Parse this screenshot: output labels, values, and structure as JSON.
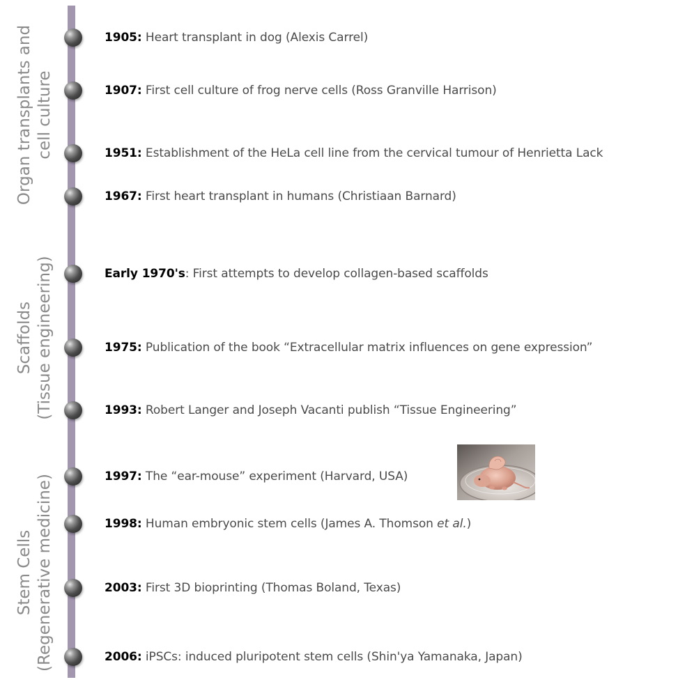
{
  "sections": [
    {
      "id": "organ",
      "lines": [
        "Organ transplants and",
        "cell culture"
      ]
    },
    {
      "id": "scaffolds",
      "lines": [
        "Scaffolds",
        "(Tissue engineering)"
      ]
    },
    {
      "id": "stem",
      "lines": [
        "Stem Cells",
        "(Regenerative medicine)"
      ]
    }
  ],
  "events": [
    {
      "date": "1905:",
      "text": " Heart transplant in dog (Alexis Carrel)"
    },
    {
      "date": "1907:",
      "text": " First cell culture of frog nerve cells (Ross Granville Harrison)"
    },
    {
      "date": "1951:",
      "text": " Establishment of the HeLa cell line from the cervical tumour of Henrietta Lack"
    },
    {
      "date": "1967:",
      "text": " First heart transplant in humans (Christiaan Barnard)"
    },
    {
      "date": "Early 1970's",
      "text": ": First attempts to develop collagen-based scaffolds"
    },
    {
      "date": "1975:",
      "text": " Publication of the book “Extracellular matrix influences on gene expression”"
    },
    {
      "date": "1993:",
      "text": " Robert Langer and Joseph Vacanti publish “Tissue Engineering”"
    },
    {
      "date": "1997:",
      "text": " The “ear-mouse” experiment (Harvard, USA)"
    },
    {
      "date": "1998:",
      "text": " Human embryonic stem cells (James A. Thomson ",
      "italic": "et al.",
      "after": ")"
    },
    {
      "date": "2003:",
      "text": " First 3D bioprinting (Thomas Boland, Texas)"
    },
    {
      "date": "2006:",
      "text": " iPSCs: induced pluripotent stem cells (Shin'ya Yamanaka, Japan)"
    }
  ],
  "photo": {
    "icon": "ear-mouse-photo"
  },
  "colors": {
    "timeline": "#a397b0",
    "section_label": "#8a8a8a",
    "event_text": "#4a4a4a",
    "date_text": "#000000"
  }
}
